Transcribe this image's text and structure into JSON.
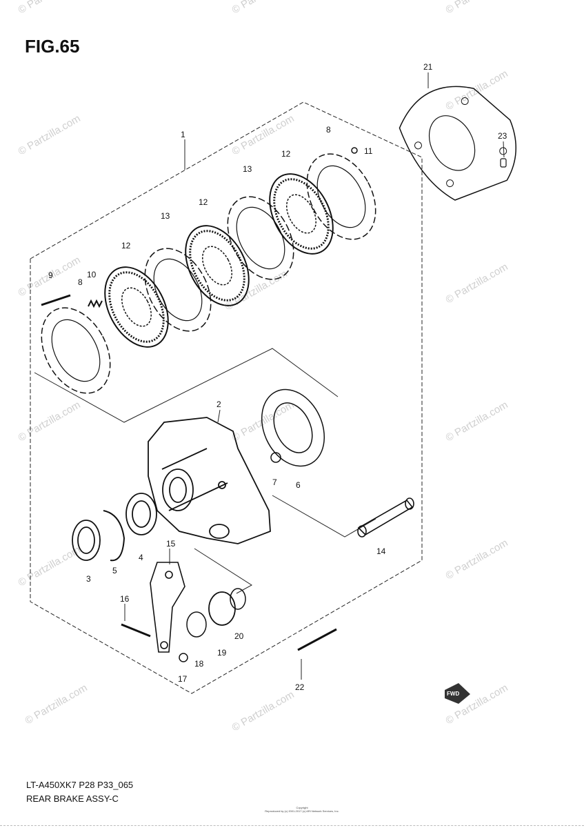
{
  "figure": {
    "title": "FIG.65",
    "model_code": "LT-A450XK7 P28 P33_065",
    "assembly_name": "REAR BRAKE ASSY-C",
    "copyright_line1": "Copyright",
    "copyright_line2": "Reproduced by (c) 2001-2017 (c) ARI Network Services, Inc."
  },
  "watermark": {
    "text": "© Partzilla.com"
  },
  "fwd_badge": {
    "label": "FWD"
  },
  "callouts": [
    {
      "id": "c1",
      "label": "1"
    },
    {
      "id": "c2",
      "label": "2"
    },
    {
      "id": "c3",
      "label": "3"
    },
    {
      "id": "c4",
      "label": "4"
    },
    {
      "id": "c5",
      "label": "5"
    },
    {
      "id": "c6",
      "label": "6"
    },
    {
      "id": "c7",
      "label": "7"
    },
    {
      "id": "c8a",
      "label": "8"
    },
    {
      "id": "c8b",
      "label": "8"
    },
    {
      "id": "c9",
      "label": "9"
    },
    {
      "id": "c10",
      "label": "10"
    },
    {
      "id": "c11",
      "label": "11"
    },
    {
      "id": "c12a",
      "label": "12"
    },
    {
      "id": "c12b",
      "label": "12"
    },
    {
      "id": "c12c",
      "label": "12"
    },
    {
      "id": "c13a",
      "label": "13"
    },
    {
      "id": "c13b",
      "label": "13"
    },
    {
      "id": "c14",
      "label": "14"
    },
    {
      "id": "c15",
      "label": "15"
    },
    {
      "id": "c16",
      "label": "16"
    },
    {
      "id": "c17",
      "label": "17"
    },
    {
      "id": "c18",
      "label": "18"
    },
    {
      "id": "c19",
      "label": "19"
    },
    {
      "id": "c20",
      "label": "20"
    },
    {
      "id": "c21",
      "label": "21"
    },
    {
      "id": "c22",
      "label": "22"
    },
    {
      "id": "c23",
      "label": "23"
    }
  ]
}
